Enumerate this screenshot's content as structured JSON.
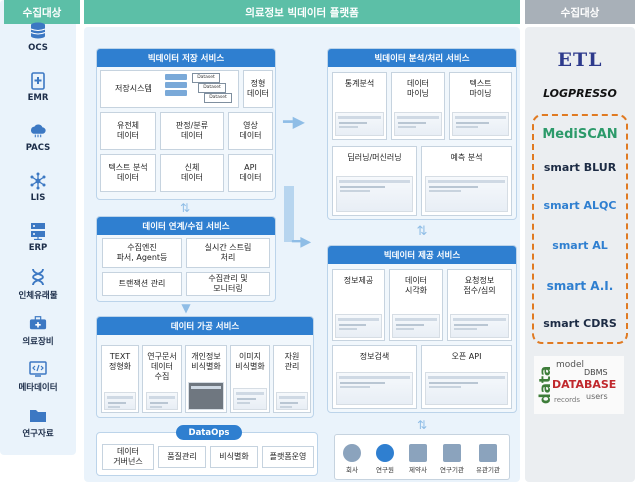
{
  "headers": {
    "left": "수집대상",
    "center": "의료정보 빅데이터 플랫폼",
    "right": "수집대상"
  },
  "left_items": [
    {
      "label": "OCS",
      "icon": "database-icon"
    },
    {
      "label": "EMR",
      "icon": "medical-record-icon"
    },
    {
      "label": "PACS",
      "icon": "cloud-icon"
    },
    {
      "label": "LIS",
      "icon": "network-icon"
    },
    {
      "label": "ERP",
      "icon": "server-icon"
    },
    {
      "label": "인체유래물",
      "icon": "dna-icon"
    },
    {
      "label": "의료장비",
      "icon": "medical-device-icon"
    },
    {
      "label": "메타데이터",
      "icon": "code-document-icon"
    },
    {
      "label": "연구자료",
      "icon": "folder-icon"
    }
  ],
  "storage": {
    "title": "빅데이터 저장 서비스",
    "system": "저장시스템",
    "dataset_labels": [
      "Dataset",
      "Dataset",
      "Dataset"
    ],
    "items": [
      "정형\n데이터",
      "유전체\n데이터",
      "판정/분류\n데이터",
      "영상\n데이터",
      "텍스트 분석\n데이터",
      "신체\n데이터",
      "API\n데이터"
    ]
  },
  "linkage": {
    "title": "데이터 연계/수집 서비스",
    "items": [
      "수집엔진\n파서, Agent등",
      "실시간 스트림\n처리",
      "트랜잭션 관리",
      "수집관리 및\n모니터링"
    ]
  },
  "processing": {
    "title": "데이터 가공 서비스",
    "items": [
      "TEXT\n정형화",
      "연구문서\n데이터\n수집",
      "개인정보\n비식별화",
      "이미지\n비식별화",
      "자원\n관리"
    ]
  },
  "dataops": {
    "title": "DataOps",
    "items": [
      "데이터\n거버넌스",
      "품질관리",
      "비식별화",
      "플랫폼운영"
    ]
  },
  "analysis": {
    "title": "빅데이터 분석/처리 서비스",
    "items": [
      "통계분석",
      "데이터\n마이닝",
      "텍스트\n마이닝",
      "딥러닝/머신러닝",
      "예측 분석"
    ]
  },
  "provision": {
    "title": "빅데이터 제공 서비스",
    "items": [
      "정보제공",
      "데이터\n시각화",
      "요청정보\n접수/심의",
      "정보검색",
      "오픈 API"
    ]
  },
  "users": [
    "회사",
    "연구원",
    "제약사",
    "연구기관",
    "유관기관"
  ],
  "logos": [
    "ETL",
    "LOGPRESSO",
    "MediSCAN",
    "smart BLUR",
    "smart ALQC",
    "smart AL",
    "smart A.I.",
    "smart CDRS"
  ],
  "db_cloud_words": [
    "data",
    "model",
    "DATABASE",
    "DBMS",
    "users",
    "records"
  ],
  "colors": {
    "header_teal": "#5cbfa7",
    "header_gray": "#a8b0b8",
    "service_blue": "#2f7fd0",
    "accent_orange": "#e07a22",
    "mediscan_green": "#2c9a6a"
  }
}
